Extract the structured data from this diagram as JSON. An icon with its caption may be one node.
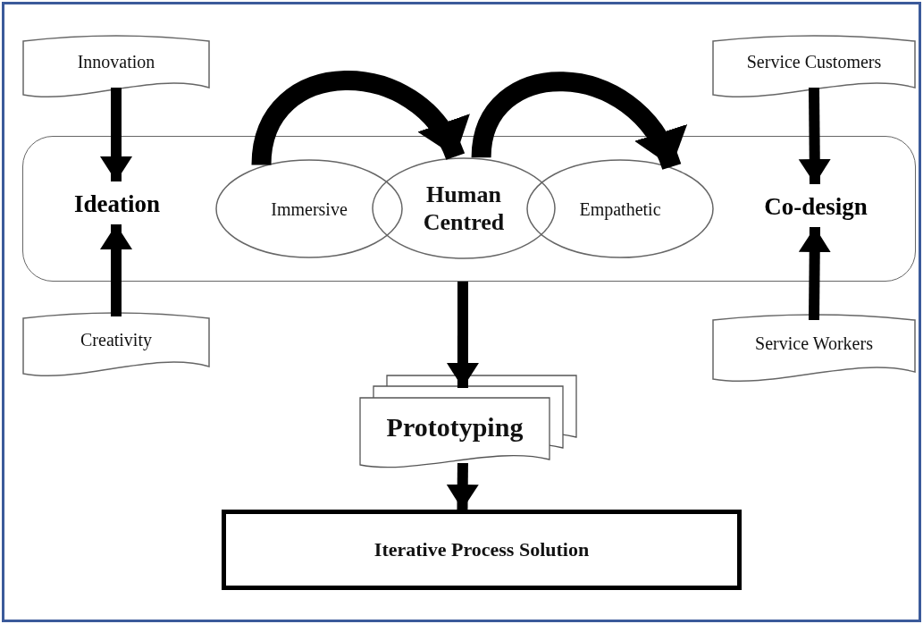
{
  "diagram": {
    "nodes": [
      {
        "text": [],
        "shape": "box"
      },
      {
        "text": [
          "Ideation"
        ],
        "in": 0
      },
      {
        "text": [
          "Immersive"
        ],
        "in": 0
      },
      {
        "text": [
          "Human Centred"
        ],
        "in": 0
      },
      {
        "text": [
          "Empathetic"
        ],
        "in": 0
      },
      {
        "text": [
          "Co-design"
        ],
        "in": 0
      },
      {
        "text": [
          "Innovation"
        ]
      },
      {
        "text": [
          "Creativity"
        ]
      },
      {
        "text": [
          "Service Customers"
        ]
      },
      {
        "text": [
          "Service Workers"
        ]
      },
      {
        "text": [
          "Prototyping"
        ]
      },
      {
        "text": [
          "Iterative Process Solution"
        ]
      }
    ],
    "edges": [
      {
        "from": 6,
        "to": 1,
        "arrow": "to"
      },
      {
        "from": 7,
        "to": 1,
        "arrow": "to"
      },
      {
        "from": 8,
        "to": 5,
        "arrow": "to"
      },
      {
        "from": 9,
        "to": 5,
        "arrow": "to"
      },
      {
        "from": 2,
        "to": 3,
        "arrow": "to",
        "style": "thick"
      },
      {
        "from": 3,
        "to": 4,
        "arrow": "to",
        "style": "thick"
      },
      {
        "from": 0,
        "to": 10,
        "arrow": "to"
      },
      {
        "from": 10,
        "to": 11,
        "arrow": "to"
      }
    ]
  }
}
